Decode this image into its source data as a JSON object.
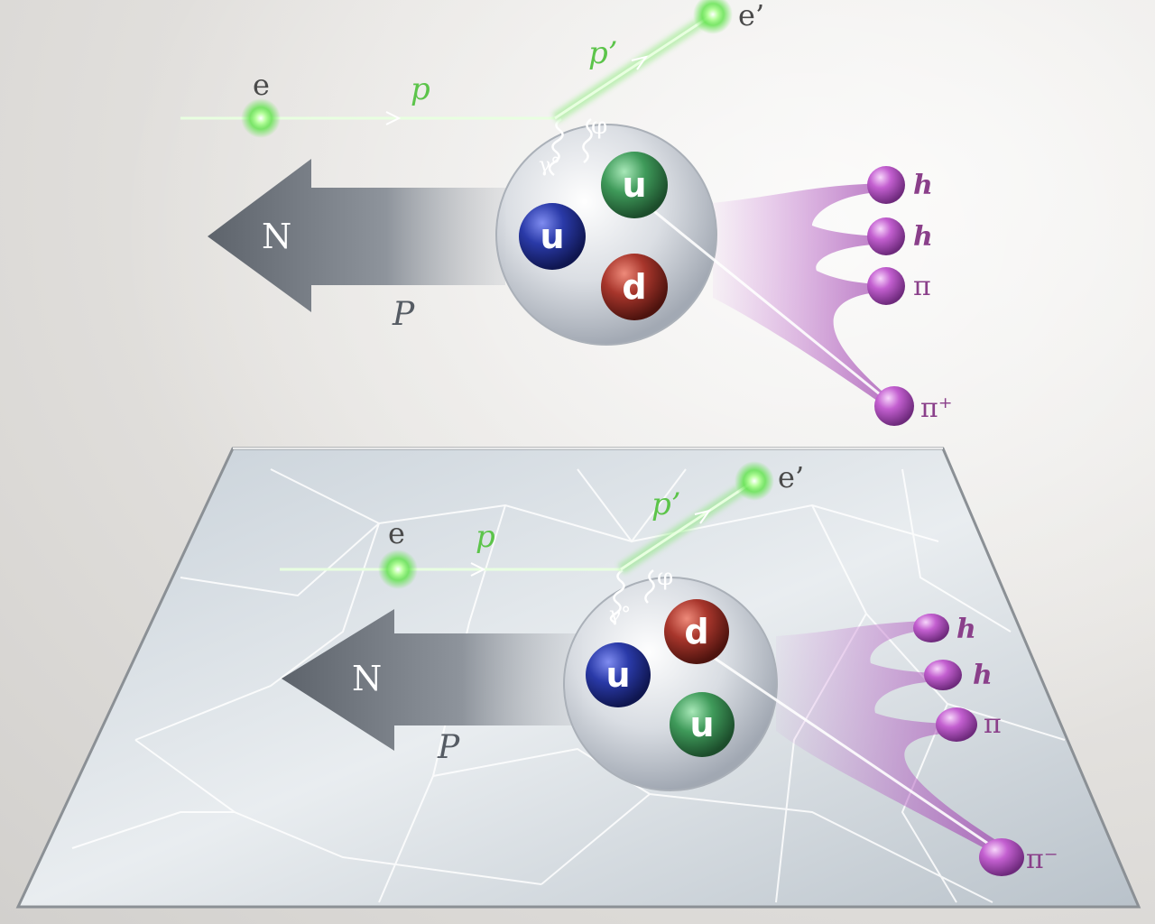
{
  "colors": {
    "beam": "#6ee85a",
    "quark_u_blue": "#2a3aa8",
    "quark_u_green": "#3f9a5a",
    "quark_d_red": "#a8362c",
    "hadron": "#c35fd0",
    "arrow": "#5d636b"
  },
  "top": {
    "electron_in": "e",
    "electron_out": "e’",
    "momentum_in": "p",
    "momentum_out": "p’",
    "photon": "γ°",
    "angle": "φ",
    "nucleon": "N",
    "nucleon_momentum": "P",
    "quarks": [
      "u",
      "u",
      "d"
    ],
    "hadrons": [
      "h",
      "h",
      "π",
      "π⁺"
    ]
  },
  "bottom": {
    "electron_in": "e",
    "electron_out": "e’",
    "momentum_in": "p",
    "momentum_out": "p’",
    "photon": "γ°",
    "angle": "φ",
    "nucleon": "N",
    "nucleon_momentum": "P",
    "quarks": [
      "d",
      "u",
      "u"
    ],
    "hadrons": [
      "h",
      "h",
      "π",
      "π⁻"
    ]
  }
}
